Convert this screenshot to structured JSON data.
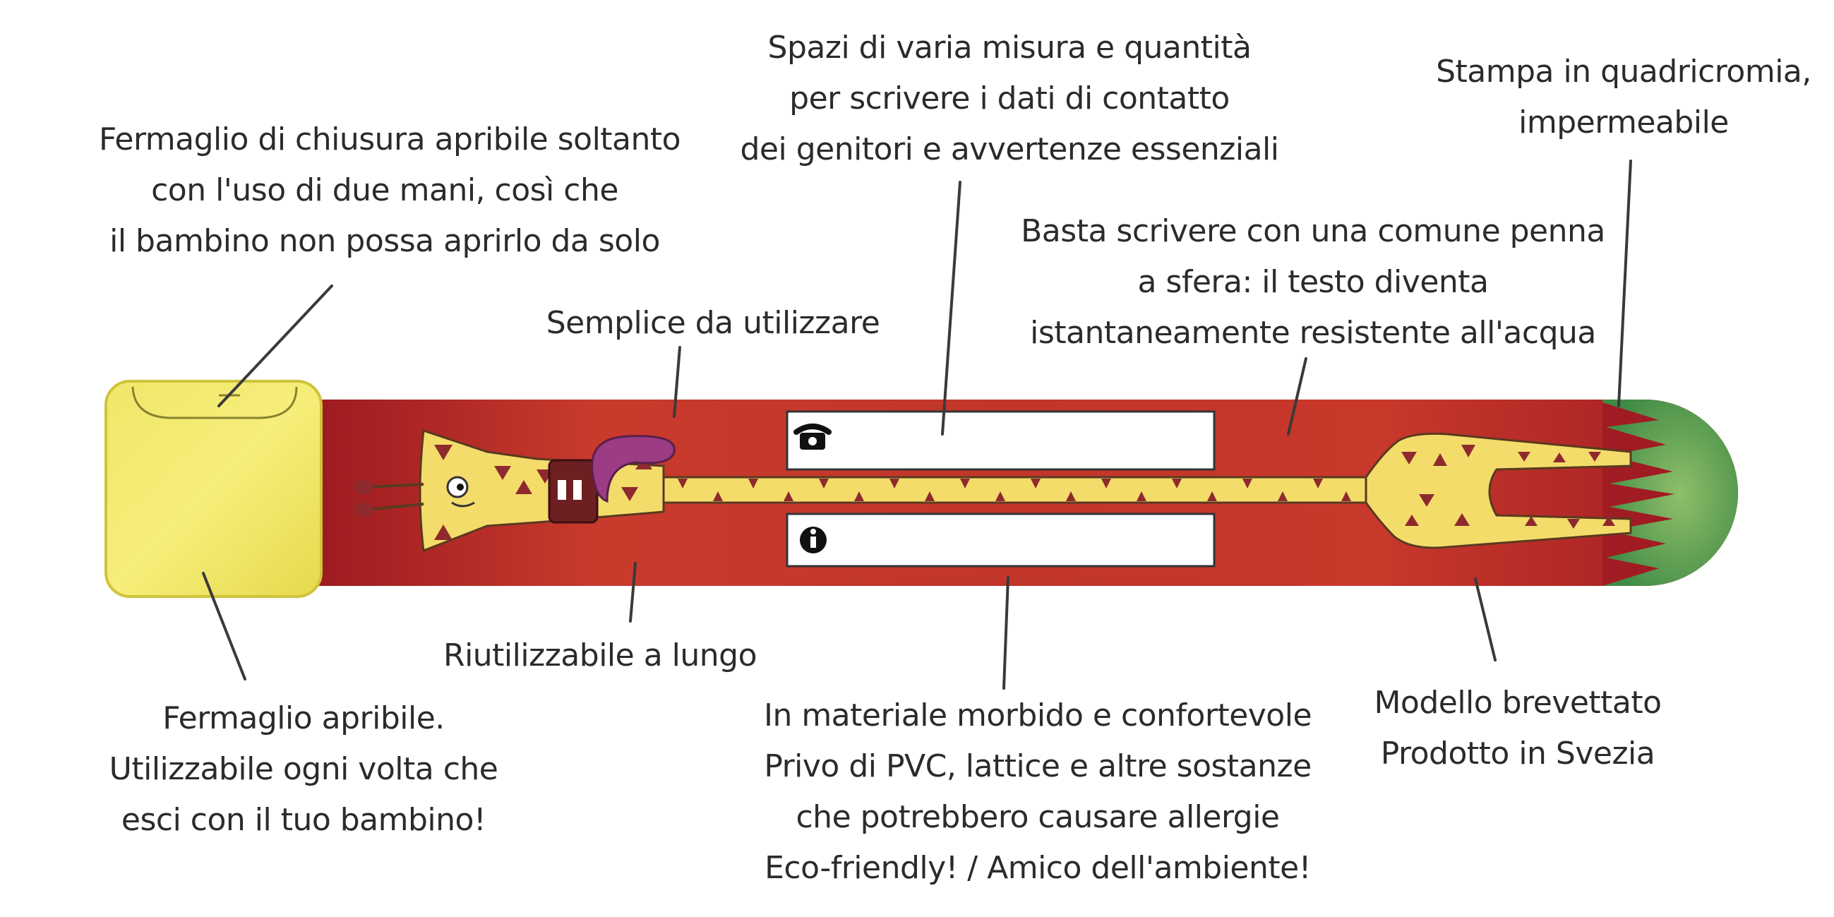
{
  "colors": {
    "band_dark": "#a01c22",
    "band_mid": "#c8382b",
    "clasp_yellow": "#f2e96a",
    "clasp_edge": "#cfc43a",
    "giraffe_yellow": "#f4dc6a",
    "giraffe_spot": "#8e2a2e",
    "tip_green": "#4f9a4a",
    "tongue": "#9b3c84",
    "text": "#2b2b2b"
  },
  "icons": {
    "phone_field": "telephone-icon",
    "info_field": "info-icon"
  },
  "annotations": {
    "clasp_closure": {
      "lines": [
        "Fermaglio di chiusura apribile soltanto",
        "con l'uso di due mani, così che",
        "il bambino non possa aprirlo da solo"
      ]
    },
    "contact_spaces": {
      "lines": [
        "Spazi di varia misura e quantità",
        "per scrivere i dati di contatto",
        "dei genitori e avvertenze essenziali"
      ]
    },
    "print": {
      "lines": [
        "Stampa in quadricromia,",
        "impermeabile"
      ]
    },
    "simple": {
      "lines": [
        "Semplice da utilizzare"
      ]
    },
    "pen": {
      "lines": [
        "Basta scrivere con una comune penna",
        "a sfera: il testo diventa",
        "istantaneamente resistente all'acqua"
      ]
    },
    "reusable": {
      "lines": [
        "Riutilizzabile a lungo"
      ]
    },
    "clasp_open": {
      "lines": [
        "Fermaglio apribile.",
        "Utilizzabile ogni volta che",
        "esci con il tuo bambino!"
      ]
    },
    "material": {
      "lines": [
        "In materiale morbido e confortevole",
        "Privo di PVC, lattice e altre sostanze",
        "che potrebbero causare allergie",
        "Eco-friendly! / Amico dell'ambiente!"
      ]
    },
    "patent": {
      "lines": [
        "Modello brevettato",
        "Prodotto in Svezia"
      ]
    }
  }
}
